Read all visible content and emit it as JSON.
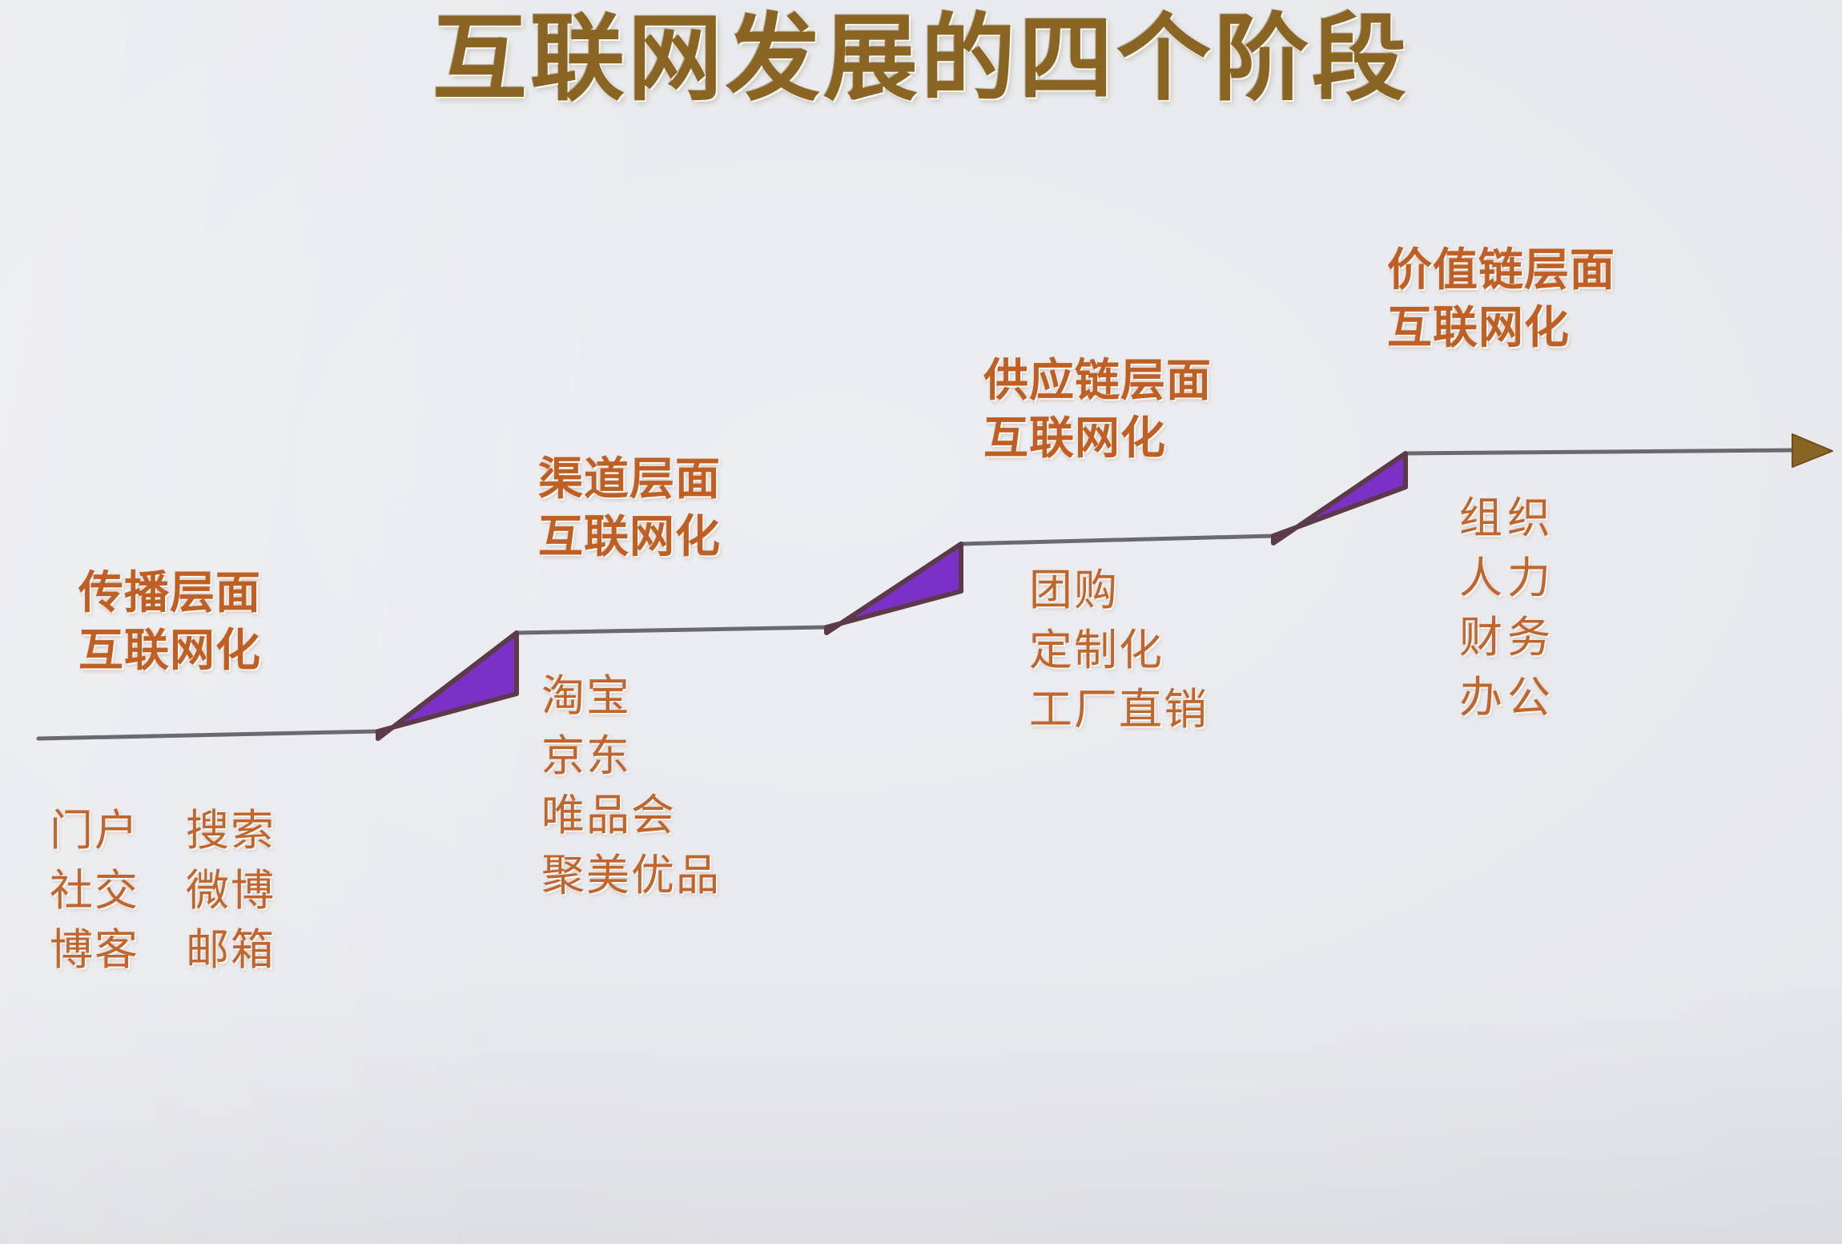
{
  "title": "互联网发展的四个阶段",
  "colors": {
    "background": "#e9eaed",
    "title_text": "#8a6423",
    "label_text": "#bf5f24",
    "list_text": "#c0652c",
    "riser_fill": "#7b30c6",
    "riser_stroke": "#5c3a48",
    "baseline_stroke": "#6a6a6e",
    "arrow_head": "#8a6423"
  },
  "diagram": {
    "type": "staircase",
    "arrow_label": "time-progression-arrow",
    "stages": [
      {
        "index": 1,
        "label_line1": "传播层面",
        "label_line2": "互联网化",
        "items": [
          {
            "left": "门户",
            "right": "搜索"
          },
          {
            "left": "社交",
            "right": "微博"
          },
          {
            "left": "博客",
            "right": "邮箱"
          }
        ]
      },
      {
        "index": 2,
        "label_line1": "渠道层面",
        "label_line2": "互联网化",
        "items": [
          "淘宝",
          "京东",
          "唯品会",
          "聚美优品"
        ]
      },
      {
        "index": 3,
        "label_line1": "供应链层面",
        "label_line2": "互联网化",
        "items": [
          "团购",
          "定制化",
          "工厂直销"
        ]
      },
      {
        "index": 4,
        "label_line1": "价值链层面",
        "label_line2": "互联网化",
        "items": [
          "组织",
          "人力",
          "财务",
          "办公"
        ]
      }
    ]
  }
}
